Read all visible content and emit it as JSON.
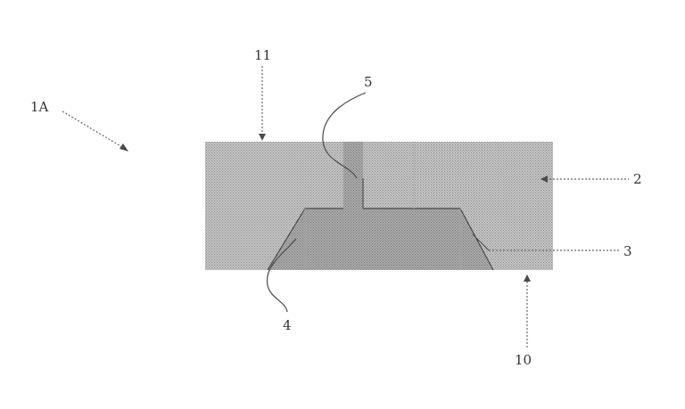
{
  "labels": {
    "fig_ref": "1A",
    "top_surface": "11",
    "feature_5": "5",
    "layer_2": "2",
    "layer_3": "3",
    "feature_4": "4",
    "bottom_surface": "10"
  },
  "colors": {
    "ink": "#333333",
    "fill_light": "#bdbdbd",
    "fill_dark": "#9a9a9a"
  }
}
